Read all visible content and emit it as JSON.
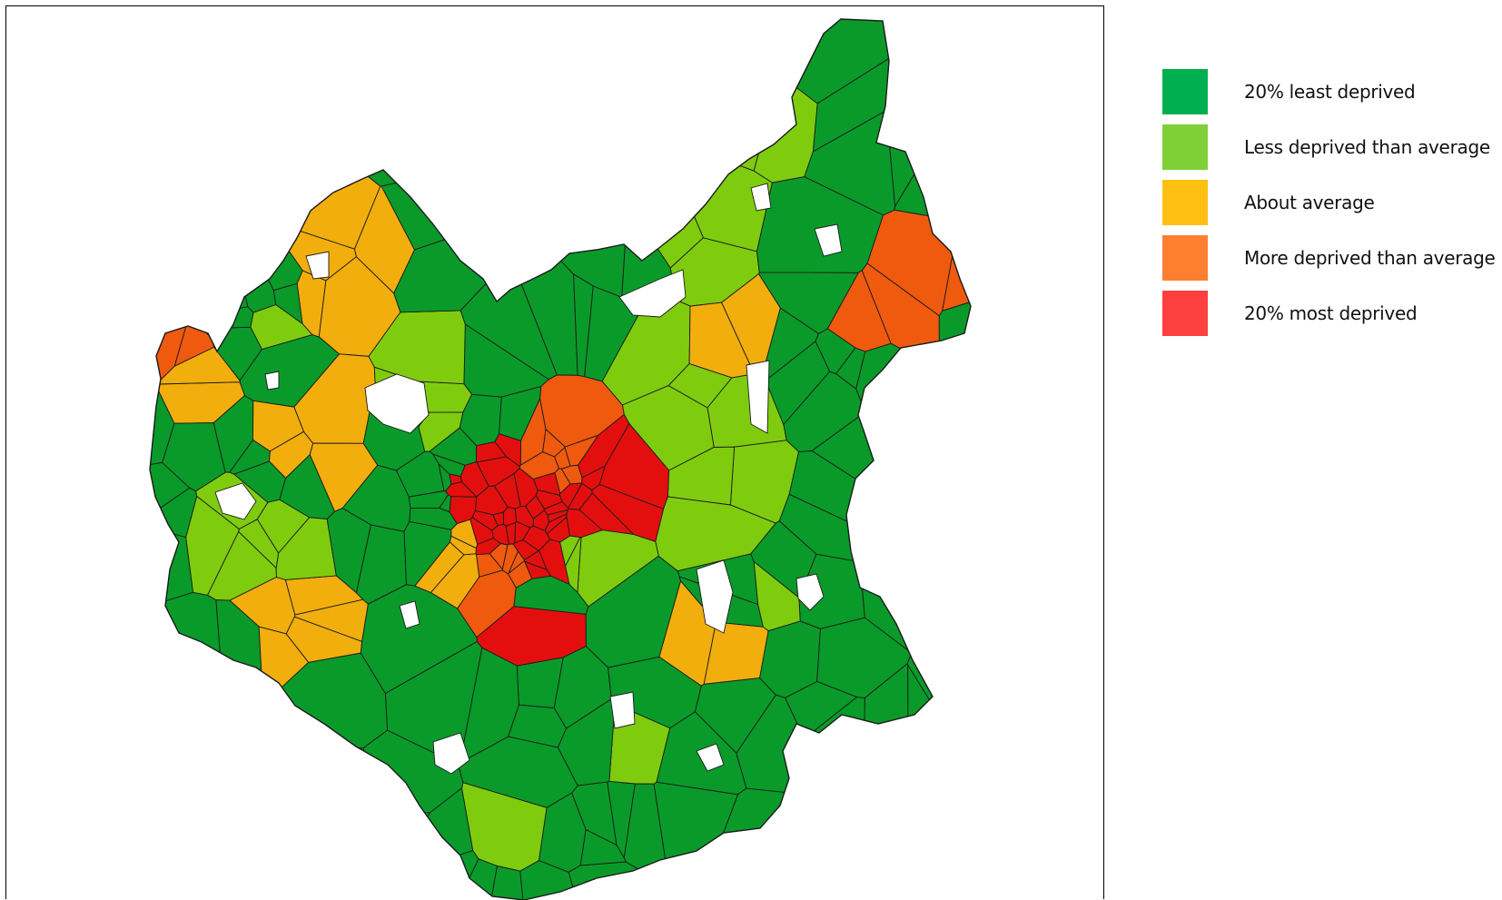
{
  "map": {
    "colors": {
      "least": "#0a9a2a",
      "less": "#7fcc0f",
      "average": "#f2ae0d",
      "more": "#ef5a0f",
      "most": "#e30f0f",
      "border": "#1a1a1a"
    }
  },
  "legend": {
    "items": [
      {
        "label": "20% least deprived",
        "color": "#00b050",
        "key": "least"
      },
      {
        "label": "Less deprived than average",
        "color": "#7fd037",
        "key": "less"
      },
      {
        "label": "About average",
        "color": "#ffc014",
        "key": "average"
      },
      {
        "label": "More deprived than average",
        "color": "#ff7f31",
        "key": "more"
      },
      {
        "label": "20% most deprived",
        "color": "#ff4040",
        "key": "most"
      }
    ]
  }
}
